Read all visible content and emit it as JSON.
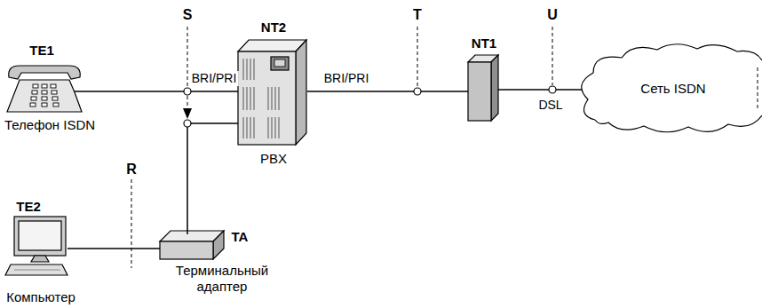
{
  "diagram": {
    "nodes": [
      {
        "text": [
          "TE1",
          "Телефон ISDN"
        ]
      },
      {
        "text": [
          "NT2",
          "PBX"
        ]
      },
      {
        "text": [
          "NT1"
        ]
      },
      {
        "text": [
          "Сеть ISDN"
        ]
      },
      {
        "text": [
          "TE2",
          "Компьютер"
        ]
      },
      {
        "text": [
          "TA",
          "Терминальный адаптер"
        ]
      }
    ],
    "edges": [
      {
        "from": 0,
        "to": 1,
        "arrow": "none",
        "label": "BRI/PRI"
      },
      {
        "from": 1,
        "to": 2,
        "arrow": "none",
        "label": "BRI/PRI"
      },
      {
        "from": 2,
        "to": 3,
        "arrow": "none",
        "label": "DSL"
      },
      {
        "from": 4,
        "to": 5,
        "arrow": "none"
      },
      {
        "from": 5,
        "to": 1,
        "arrow": "none"
      }
    ],
    "labels": [
      "S",
      "T",
      "U",
      "R"
    ]
  }
}
